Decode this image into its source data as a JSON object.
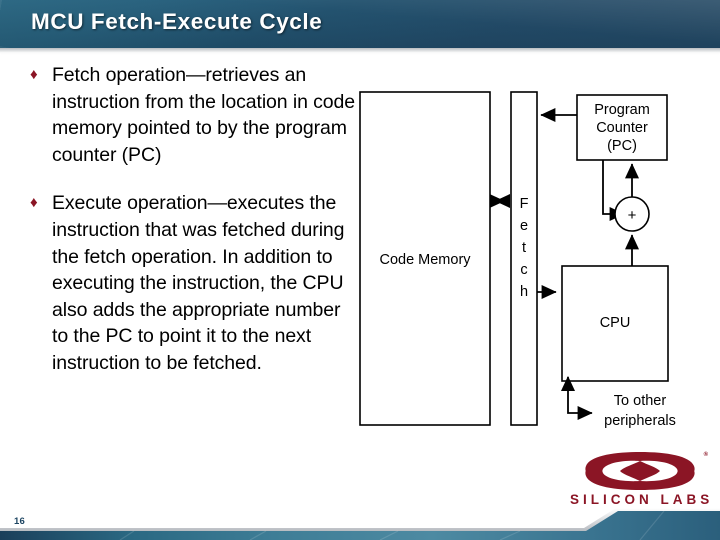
{
  "header": {
    "title": "MCU Fetch-Execute Cycle",
    "background_color": "#1f4f6c",
    "title_color": "#ffffff"
  },
  "content": {
    "bullet_marker": "♦",
    "bullet_color": "#8b1525",
    "bullets": [
      {
        "id": "fetch-operation",
        "text": "Fetch operation—retrieves an instruction from the location in code memory pointed to by the program counter (PC)"
      },
      {
        "id": "execute-operation",
        "text": "Execute operation—executes the instruction that was fetched during the fetch operation.  In addition to executing the instruction, the CPU also adds the appropriate number to the PC to point it to the next instruction to be fetched."
      }
    ]
  },
  "diagram": {
    "type": "block-diagram",
    "stroke_color": "#000000",
    "fill_color": "#ffffff",
    "blocks": [
      {
        "id": "code-memory",
        "label": "Code Memory"
      },
      {
        "id": "fetch-bus",
        "label": "Fetch",
        "orientation": "vertical-letters",
        "letters": [
          "F",
          "e",
          "t",
          "c",
          "h"
        ]
      },
      {
        "id": "program-counter",
        "label_lines": [
          "Program",
          "Counter",
          "(PC)"
        ]
      },
      {
        "id": "adder",
        "label": "+",
        "shape": "circle"
      },
      {
        "id": "cpu",
        "label": "CPU"
      },
      {
        "id": "peripherals-label",
        "label_lines": [
          "To other",
          "peripherals"
        ]
      }
    ],
    "connections": [
      {
        "from": "code-memory",
        "to": "fetch-bus",
        "arrow": "bidirectional"
      },
      {
        "from": "program-counter",
        "to": "fetch-bus",
        "arrow": "single"
      },
      {
        "from": "program-counter",
        "to": "adder",
        "arrow": "single"
      },
      {
        "from": "adder",
        "to": "program-counter",
        "arrow": "single"
      },
      {
        "from": "cpu",
        "to": "adder",
        "arrow": "single"
      },
      {
        "from": "fetch-bus",
        "to": "cpu",
        "arrow": "single"
      },
      {
        "from": "cpu",
        "to": "peripherals-label",
        "arrow": "bidirectional"
      }
    ]
  },
  "logo": {
    "wordmark": "SILICON LABS",
    "trademark": "®",
    "color": "#8b1525"
  },
  "footer": {
    "slide_number": "16",
    "band_color": "#1f4f6c"
  }
}
